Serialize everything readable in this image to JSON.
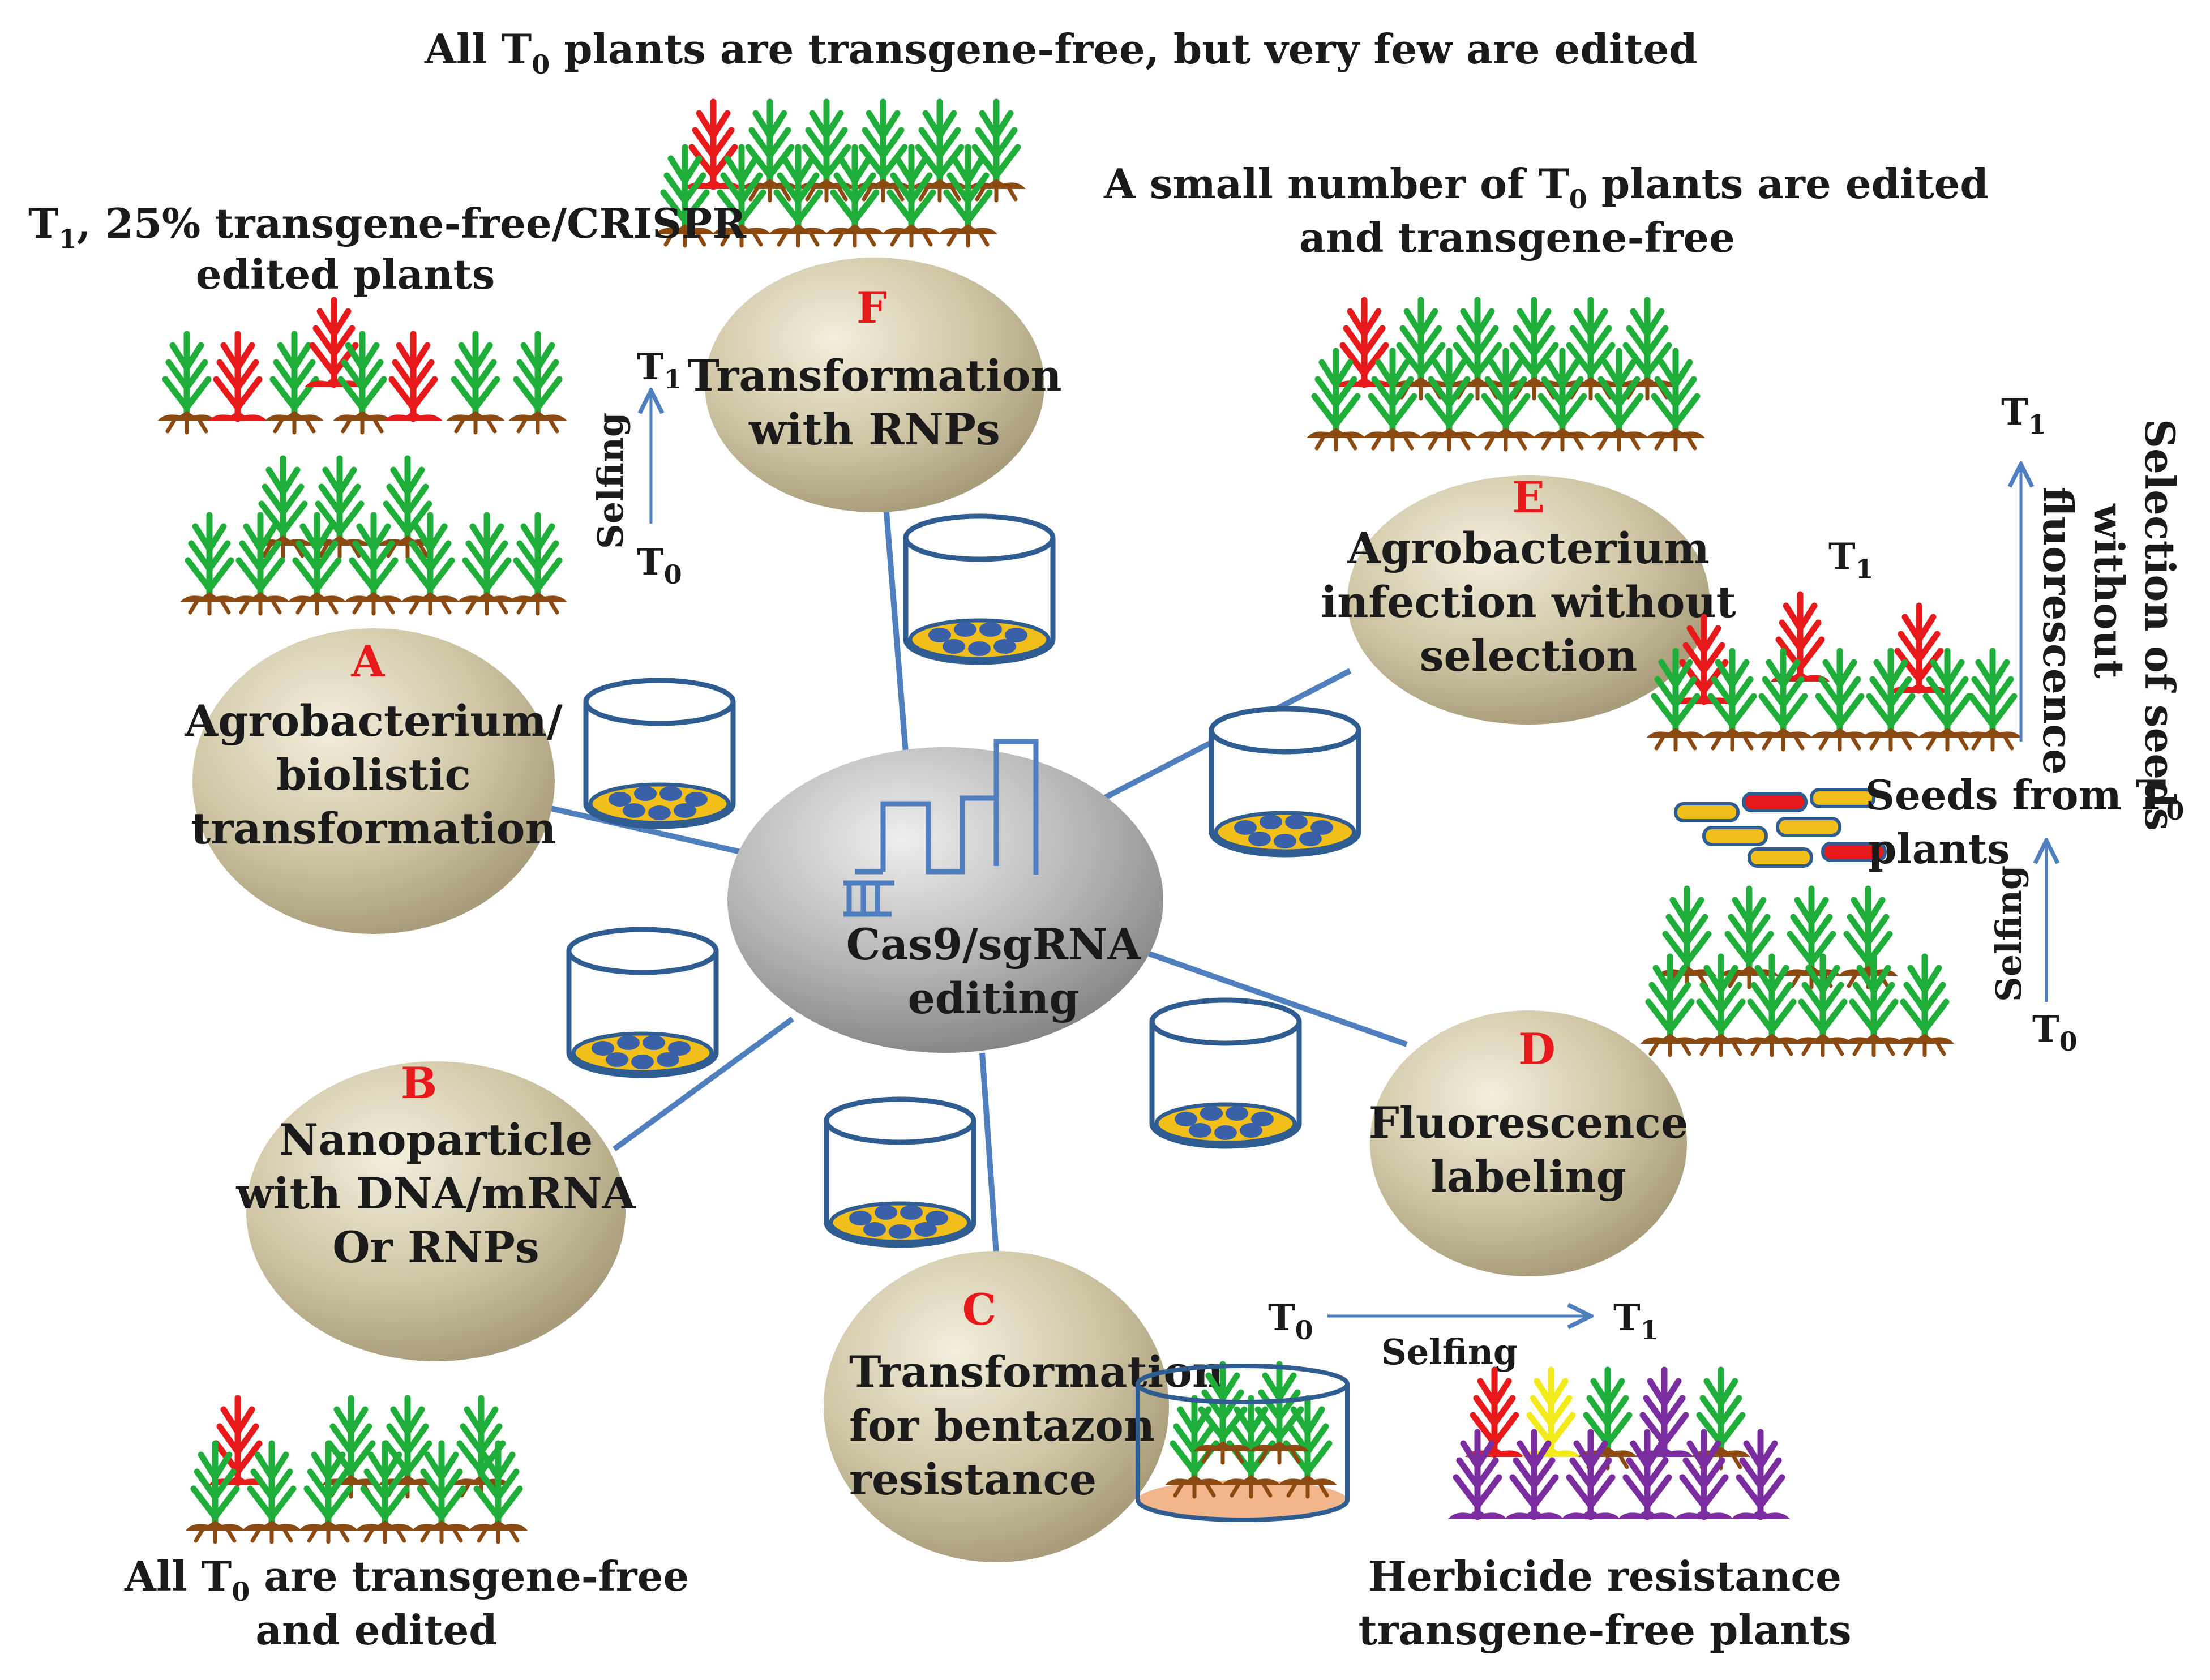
{
  "center": {
    "line1": "Cas9/sgRNA",
    "line2": "editing"
  },
  "nodes": {
    "A": {
      "letter": "A",
      "line1": "Agrobacterium/",
      "line2": "biolistic",
      "line3": "transformation"
    },
    "B": {
      "letter": "B",
      "line1": "Nanoparticle",
      "line2": "with DNA/mRNA",
      "line3": "Or RNPs"
    },
    "C": {
      "letter": "C",
      "line1": "Transformation",
      "line2": "for bentazon",
      "line3": "resistance"
    },
    "D": {
      "letter": "D",
      "line1": "Fluorescence",
      "line2": "labeling"
    },
    "E": {
      "letter": "E",
      "line1": "Agrobacterium",
      "line2": "infection without",
      "line3": "selection"
    },
    "F": {
      "letter": "F",
      "line1": "Transformation",
      "line2": "with RNPs"
    }
  },
  "captions": {
    "top_f_a": "All T",
    "top_f_sub": "0",
    "top_f_b": " plants are transgene-free, but very few are edited",
    "a_l1_a": "T",
    "a_l1_sub": "1",
    "a_l1_b": ", 25% transgene-free/CRISPR",
    "a_l2": "edited plants",
    "e_l1_a": "A small number of  T",
    "e_l1_sub": "0",
    "e_l1_b": "  plants are edited",
    "e_l2": "and transgene-free",
    "b_l1_a": "All T",
    "b_l1_sub": "0",
    "b_l1_b": "  are transgene-free",
    "b_l2": "and edited",
    "c_l1": "Herbicide resistance",
    "c_l2": "transgene-free plants",
    "selection_l1": "Selection of seeds",
    "selection_l2": "without",
    "selection_l3": "fluorescence",
    "seeds_l1_a": "Seeds from T",
    "seeds_l1_sub": "0",
    "seeds_l2": "plants"
  },
  "labels": {
    "selfing": "Selfing",
    "t": "T",
    "sub0": "0",
    "sub1": "1"
  },
  "colors": {
    "node_fill_light": "#f3eedd",
    "node_fill_dark": "#b0a585",
    "center_fill_light": "#dcdcdc",
    "center_fill_dark": "#8e8e8e",
    "connector": "#4f7fbf",
    "plant_green": "#1fae3a",
    "plant_red": "#e8191a",
    "plant_purple": "#7a2d9e",
    "plant_yellow": "#f2ea1b",
    "soil": "#8a4a12",
    "dish_outline": "#2f5d92",
    "dish_medium": "#f2bf1a",
    "dish_cell": "#3a60a8"
  }
}
